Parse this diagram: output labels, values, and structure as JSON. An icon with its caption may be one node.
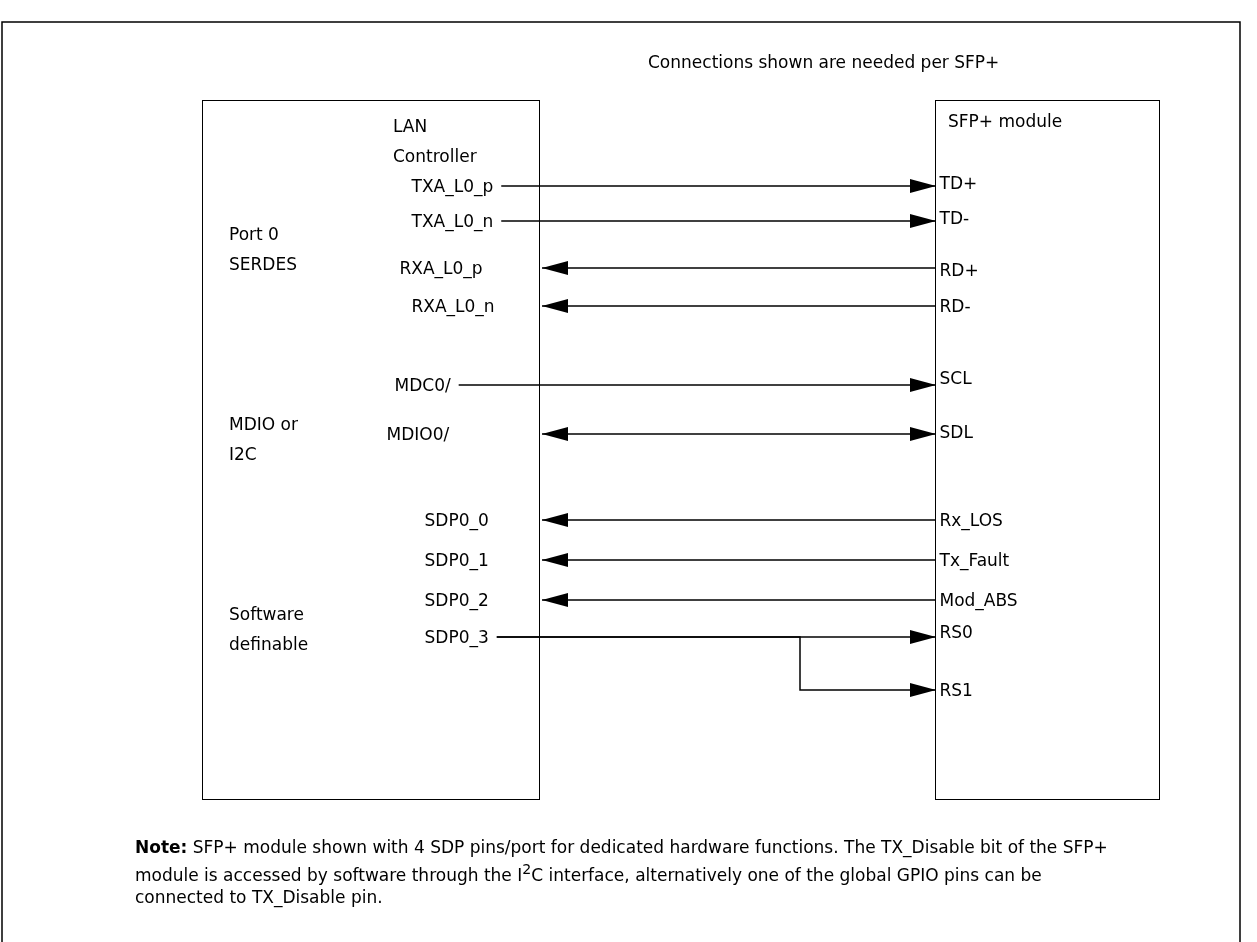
{
  "diagram": {
    "nodes": [
      {
        "text": [
          "LAN Controller",
          "Port 0 SERDES",
          "MDIO or I2C",
          "Software definable"
        ]
      },
      {
        "text": [
          "TXA_L0_p"
        ],
        "in": 0
      },
      {
        "text": [
          "TXA_L0_n"
        ],
        "in": 0
      },
      {
        "text": [
          "RXA_L0_p"
        ],
        "in": 0
      },
      {
        "text": [
          "RXA_L0_n"
        ],
        "in": 0
      },
      {
        "text": [
          "MDC0/"
        ],
        "in": 0
      },
      {
        "text": [
          "MDIO0/"
        ],
        "in": 0
      },
      {
        "text": [
          "SDP0_0"
        ],
        "in": 0
      },
      {
        "text": [
          "SDP0_1"
        ],
        "in": 0
      },
      {
        "text": [
          "SDP0_2"
        ],
        "in": 0
      },
      {
        "text": [
          "SDP0_3"
        ],
        "in": 0
      },
      {
        "text": [
          "SFP+ module"
        ]
      },
      {
        "text": [
          "TD+"
        ],
        "in": 11
      },
      {
        "text": [
          "TD-"
        ],
        "in": 11
      },
      {
        "text": [
          "RD+"
        ],
        "in": 11
      },
      {
        "text": [
          "RD-"
        ],
        "in": 11
      },
      {
        "text": [
          "SCL"
        ],
        "in": 11
      },
      {
        "text": [
          "SDL"
        ],
        "in": 11
      },
      {
        "text": [
          "Rx_LOS"
        ],
        "in": 11
      },
      {
        "text": [
          "Tx_Fault"
        ],
        "in": 11
      },
      {
        "text": [
          "Mod_ABS"
        ],
        "in": 11
      },
      {
        "text": [
          "RS0"
        ],
        "in": 11
      },
      {
        "text": [
          "RS1"
        ],
        "in": 11
      }
    ],
    "edges": [
      {
        "from": 1,
        "to": 12,
        "arrow": "to"
      },
      {
        "from": 2,
        "to": 13,
        "arrow": "to"
      },
      {
        "from": 14,
        "to": 3,
        "arrow": "to"
      },
      {
        "from": 15,
        "to": 4,
        "arrow": "to"
      },
      {
        "from": 5,
        "to": 16,
        "arrow": "to"
      },
      {
        "from": 6,
        "to": 17,
        "arrow": "both"
      },
      {
        "from": 18,
        "to": 7,
        "arrow": "to"
      },
      {
        "from": 19,
        "to": 8,
        "arrow": "to"
      },
      {
        "from": 20,
        "to": 9,
        "arrow": "to"
      },
      {
        "from": 10,
        "to": 21,
        "arrow": "to"
      },
      {
        "from": 10,
        "to": 22,
        "arrow": "to"
      }
    ],
    "labels": [
      "Connections shown are needed per SFP+"
    ],
    "caption": "**Note:** SFP+ module shown with 4 SDP pins/port for dedicated hardware functions. The TX_Disable bit of the SFP+ module is accessed by software through the I$^{2}$C interface, alternatively one of the global GPIO pins can be connected to TX_Disable pin."
  }
}
